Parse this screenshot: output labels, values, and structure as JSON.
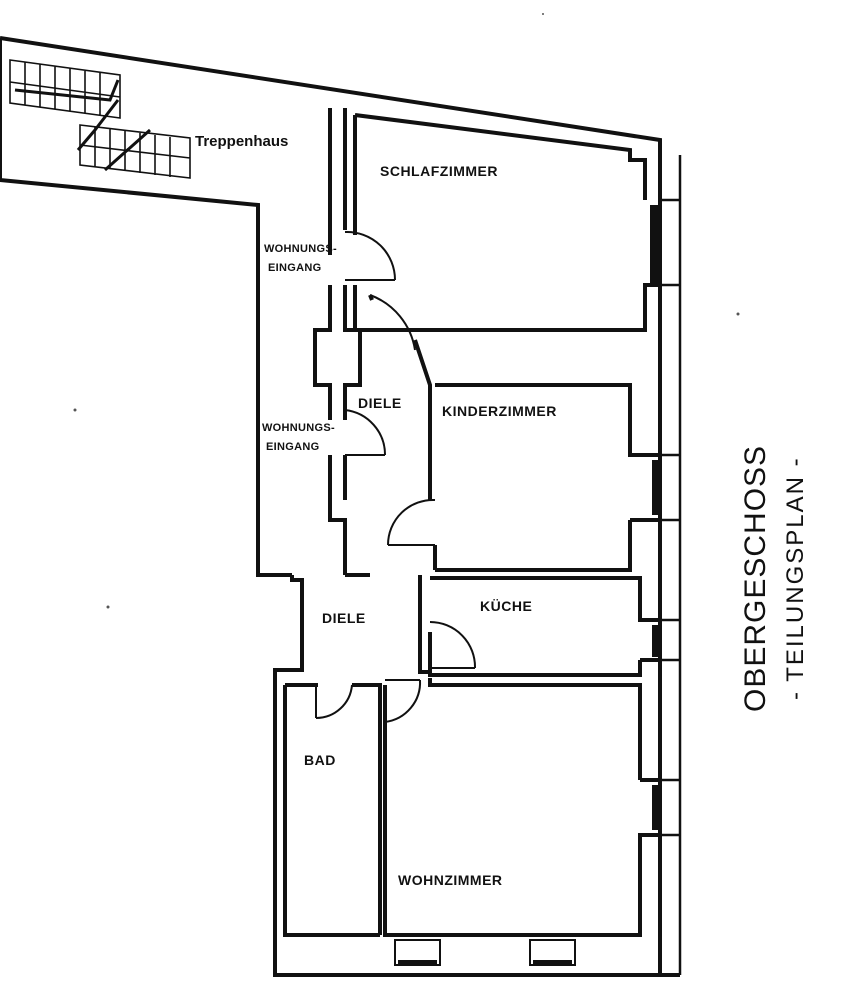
{
  "plan": {
    "title": "OBERGESCHOSS",
    "subtitle": "- TEILUNGSPLAN -"
  },
  "rooms": {
    "stairwell": "Treppenhaus",
    "bedroom": "SCHLAFZIMMER",
    "children": "KINDERZIMMER",
    "hall_upper": "DIELE",
    "hall_lower": "DIELE",
    "kitchen": "KÜCHE",
    "bath": "BAD",
    "living": "WOHNZIMMER"
  },
  "entrances": {
    "upper_line1": "WOHNUNGS-",
    "upper_line2": "EINGANG",
    "lower_line1": "WOHNUNGS-",
    "lower_line2": "EINGANG"
  }
}
